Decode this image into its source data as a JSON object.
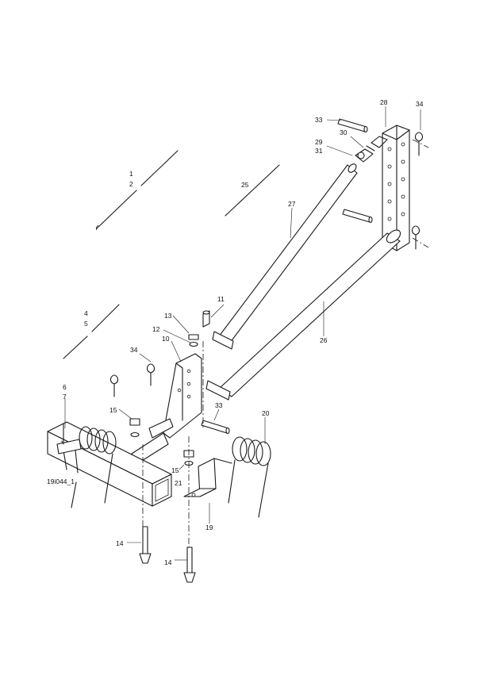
{
  "drawing": {
    "reference": "19i044_1"
  },
  "callouts": [
    {
      "id": "c1",
      "text": "1"
    },
    {
      "id": "c2",
      "text": "2"
    },
    {
      "id": "c25",
      "text": "25"
    },
    {
      "id": "c4",
      "text": "4"
    },
    {
      "id": "c5",
      "text": "5"
    },
    {
      "id": "c6",
      "text": "6"
    },
    {
      "id": "c7",
      "text": "7"
    },
    {
      "id": "c10",
      "text": "10"
    },
    {
      "id": "c11",
      "text": "11"
    },
    {
      "id": "c12",
      "text": "12"
    },
    {
      "id": "c13",
      "text": "13"
    },
    {
      "id": "c14a",
      "text": "14"
    },
    {
      "id": "c14b",
      "text": "14"
    },
    {
      "id": "c15a",
      "text": "15"
    },
    {
      "id": "c15b",
      "text": "15"
    },
    {
      "id": "c19",
      "text": "19"
    },
    {
      "id": "c20",
      "text": "20"
    },
    {
      "id": "c21",
      "text": "21"
    },
    {
      "id": "c26",
      "text": "26"
    },
    {
      "id": "c27",
      "text": "27"
    },
    {
      "id": "c28",
      "text": "28"
    },
    {
      "id": "c29",
      "text": "29"
    },
    {
      "id": "c30",
      "text": "30"
    },
    {
      "id": "c31",
      "text": "31"
    },
    {
      "id": "c33a",
      "text": "33"
    },
    {
      "id": "c33b",
      "text": "33"
    },
    {
      "id": "c34a",
      "text": "34"
    },
    {
      "id": "c34b",
      "text": "34"
    }
  ],
  "colors": {
    "line": "#1a1a1a",
    "background": "#ffffff"
  }
}
